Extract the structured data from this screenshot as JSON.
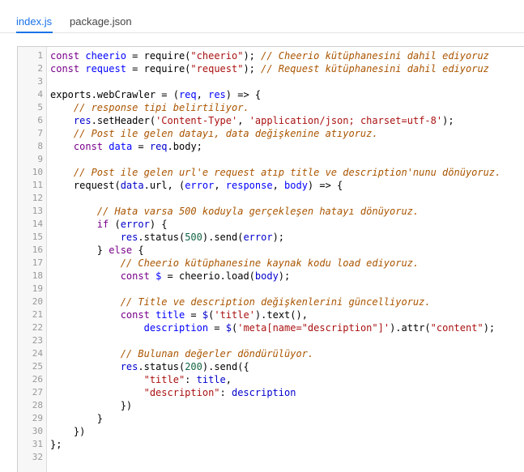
{
  "tabs": [
    {
      "label": "index.js",
      "active": true
    },
    {
      "label": "package.json",
      "active": false
    }
  ],
  "colors": {
    "accent": "#1a73e8",
    "keyword": "#770088",
    "definition": "#0000ff",
    "variable": "#0000cc",
    "string": "#aa1111",
    "comment": "#aa5500",
    "number": "#116644"
  },
  "code": [
    {
      "n": "1",
      "t": [
        [
          "k",
          "const "
        ],
        [
          "d",
          "cheerio"
        ],
        [
          "p",
          " = require("
        ],
        [
          "s",
          "\"cheerio\""
        ],
        [
          "p",
          ");"
        ],
        [
          "c",
          " // Cheerio kütüphanesini dahil ediyoruz"
        ]
      ]
    },
    {
      "n": "2",
      "t": [
        [
          "k",
          "const "
        ],
        [
          "d",
          "request"
        ],
        [
          "p",
          " = require("
        ],
        [
          "s",
          "\"request\""
        ],
        [
          "p",
          ");"
        ],
        [
          "c",
          " // Request kütüphanesini dahil ediyoruz"
        ]
      ]
    },
    {
      "n": "3",
      "t": []
    },
    {
      "n": "4",
      "t": [
        [
          "p",
          "exports.webCrawler = ("
        ],
        [
          "d",
          "req"
        ],
        [
          "p",
          ", "
        ],
        [
          "d",
          "res"
        ],
        [
          "p",
          ") => {"
        ]
      ]
    },
    {
      "n": "5",
      "t": [
        [
          "p",
          "    "
        ],
        [
          "c",
          "// response tipi belirtiliyor."
        ]
      ]
    },
    {
      "n": "6",
      "t": [
        [
          "p",
          "    "
        ],
        [
          "v",
          "res"
        ],
        [
          "p",
          ".setHeader("
        ],
        [
          "s",
          "'Content-Type'"
        ],
        [
          "p",
          ", "
        ],
        [
          "s",
          "'application/json; charset=utf-8'"
        ],
        [
          "p",
          ");"
        ]
      ]
    },
    {
      "n": "7",
      "t": [
        [
          "p",
          "    "
        ],
        [
          "c",
          "// Post ile gelen datayı, data değişkenine atıyoruz."
        ]
      ]
    },
    {
      "n": "8",
      "t": [
        [
          "p",
          "    "
        ],
        [
          "k",
          "const "
        ],
        [
          "d",
          "data"
        ],
        [
          "p",
          " = "
        ],
        [
          "v",
          "req"
        ],
        [
          "p",
          ".body;"
        ]
      ]
    },
    {
      "n": "9",
      "t": []
    },
    {
      "n": "10",
      "t": [
        [
          "p",
          "    "
        ],
        [
          "c",
          "// Post ile gelen url'e request atıp title ve description'nunu dönüyoruz."
        ]
      ]
    },
    {
      "n": "11",
      "t": [
        [
          "p",
          "    request("
        ],
        [
          "v",
          "data"
        ],
        [
          "p",
          ".url, ("
        ],
        [
          "d",
          "error"
        ],
        [
          "p",
          ", "
        ],
        [
          "d",
          "response"
        ],
        [
          "p",
          ", "
        ],
        [
          "d",
          "body"
        ],
        [
          "p",
          ") => {"
        ]
      ]
    },
    {
      "n": "12",
      "t": []
    },
    {
      "n": "13",
      "t": [
        [
          "p",
          "        "
        ],
        [
          "c",
          "// Hata varsa 500 koduyla gerçekleşen hatayı dönüyoruz."
        ]
      ]
    },
    {
      "n": "14",
      "t": [
        [
          "p",
          "        "
        ],
        [
          "k",
          "if "
        ],
        [
          "p",
          "("
        ],
        [
          "v",
          "error"
        ],
        [
          "p",
          ") {"
        ]
      ]
    },
    {
      "n": "15",
      "t": [
        [
          "p",
          "            "
        ],
        [
          "v",
          "res"
        ],
        [
          "p",
          ".status("
        ],
        [
          "n",
          "500"
        ],
        [
          "p",
          ").send("
        ],
        [
          "v",
          "error"
        ],
        [
          "p",
          ");"
        ]
      ]
    },
    {
      "n": "16",
      "t": [
        [
          "p",
          "        } "
        ],
        [
          "k",
          "else "
        ],
        [
          "p",
          "{"
        ]
      ]
    },
    {
      "n": "17",
      "t": [
        [
          "p",
          "            "
        ],
        [
          "c",
          "// Cheerio kütüphanesine kaynak kodu load ediyoruz."
        ]
      ]
    },
    {
      "n": "18",
      "t": [
        [
          "p",
          "            "
        ],
        [
          "k",
          "const "
        ],
        [
          "d",
          "$"
        ],
        [
          "p",
          " = cheerio.load("
        ],
        [
          "v",
          "body"
        ],
        [
          "p",
          ");"
        ]
      ]
    },
    {
      "n": "19",
      "t": []
    },
    {
      "n": "20",
      "t": [
        [
          "p",
          "            "
        ],
        [
          "c",
          "// Title ve description değişkenlerini güncelliyoruz."
        ]
      ]
    },
    {
      "n": "21",
      "t": [
        [
          "p",
          "            "
        ],
        [
          "k",
          "const "
        ],
        [
          "d",
          "title"
        ],
        [
          "p",
          " = "
        ],
        [
          "v",
          "$"
        ],
        [
          "p",
          "("
        ],
        [
          "s",
          "'title'"
        ],
        [
          "p",
          ").text(),"
        ]
      ]
    },
    {
      "n": "22",
      "t": [
        [
          "p",
          "                "
        ],
        [
          "d",
          "description"
        ],
        [
          "p",
          " = "
        ],
        [
          "v",
          "$"
        ],
        [
          "p",
          "("
        ],
        [
          "s",
          "'meta[name=\"description\"]'"
        ],
        [
          "p",
          ").attr("
        ],
        [
          "s",
          "\"content\""
        ],
        [
          "p",
          ");"
        ]
      ]
    },
    {
      "n": "23",
      "t": []
    },
    {
      "n": "24",
      "t": [
        [
          "p",
          "            "
        ],
        [
          "c",
          "// Bulunan değerler döndürülüyor."
        ]
      ]
    },
    {
      "n": "25",
      "t": [
        [
          "p",
          "            "
        ],
        [
          "v",
          "res"
        ],
        [
          "p",
          ".status("
        ],
        [
          "n",
          "200"
        ],
        [
          "p",
          ").send({"
        ]
      ]
    },
    {
      "n": "26",
      "t": [
        [
          "p",
          "                "
        ],
        [
          "s",
          "\"title\""
        ],
        [
          "p",
          ": "
        ],
        [
          "v",
          "title"
        ],
        [
          "p",
          ","
        ]
      ]
    },
    {
      "n": "27",
      "t": [
        [
          "p",
          "                "
        ],
        [
          "s",
          "\"description\""
        ],
        [
          "p",
          ": "
        ],
        [
          "v",
          "description"
        ]
      ]
    },
    {
      "n": "28",
      "t": [
        [
          "p",
          "            })"
        ]
      ]
    },
    {
      "n": "29",
      "t": [
        [
          "p",
          "        }"
        ]
      ]
    },
    {
      "n": "30",
      "t": [
        [
          "p",
          "    })"
        ]
      ]
    },
    {
      "n": "31",
      "t": [
        [
          "p",
          "};"
        ]
      ]
    },
    {
      "n": "32",
      "t": []
    }
  ]
}
